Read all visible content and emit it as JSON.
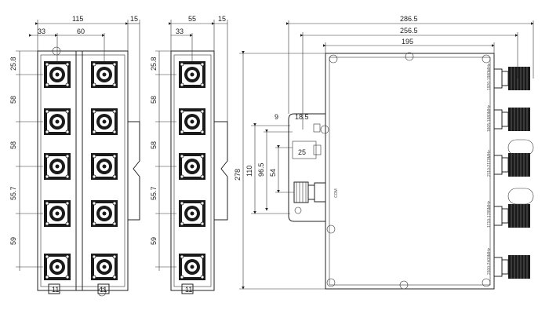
{
  "front_view": {
    "top_dims": [
      "115",
      "15",
      "33",
      "60"
    ],
    "side_dims": [
      "25.8",
      "58",
      "58",
      "55.7",
      "59"
    ],
    "bottom_label_left": "11",
    "bottom_label_right": "11"
  },
  "side_view": {
    "top_dims": [
      "55",
      "15",
      "33"
    ],
    "side_dims": [
      "25.8",
      "58",
      "58",
      "55.7",
      "59"
    ],
    "bottom_label": "11"
  },
  "top_view": {
    "horizontal_dims": [
      "286.5",
      "256.5",
      "195"
    ],
    "vertical_dims": [
      "278",
      "110",
      "96.5",
      "54"
    ],
    "bracket_dims": [
      "9",
      "18.5",
      "25"
    ],
    "center_label": "COM",
    "port_labels": [
      "1920-1980MHz",
      "1805-1880MHz",
      "2110-2170MHz",
      "1710-1785MHz",
      "2300-2400MHz"
    ]
  }
}
